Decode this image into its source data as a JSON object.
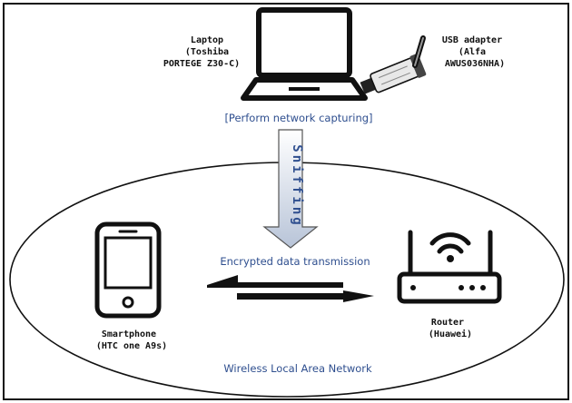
{
  "devices": {
    "laptop": {
      "label_lines": [
        "Laptop",
        "(Toshiba",
        "PORTEGE Z30-C)"
      ]
    },
    "usb_adapter": {
      "label_lines": [
        "USB adapter",
        "(Alfa",
        "AWUS036NHA)"
      ]
    },
    "smartphone": {
      "label_lines": [
        "Smartphone",
        "(HTC one A9s)"
      ]
    },
    "router": {
      "label_lines": [
        "Router",
        "(Huawei)"
      ]
    }
  },
  "annotations": {
    "capture": "[Perform network capturing]",
    "sniffing": "Sniffing",
    "transmission": "Encrypted data transmission",
    "network": "Wireless Local Area Network"
  },
  "colors": {
    "text_blue": "#2f4f8f",
    "line": "#111111",
    "arrow_fill_top": "#ffffff",
    "arrow_fill_bottom": "#b8c4d8"
  }
}
